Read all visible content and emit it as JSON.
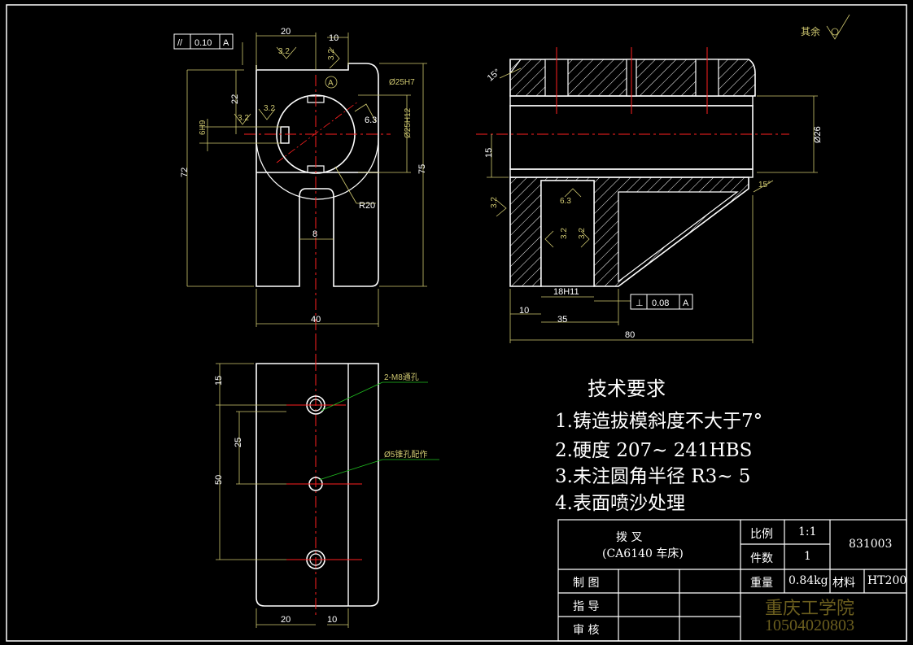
{
  "drawing": {
    "rest_roughness_label": "其余",
    "front_view": {
      "parallelism_tolerance": "0.10",
      "datum": "A",
      "datum_marker": "A",
      "dims": {
        "width_top": "20",
        "slot_width_top": "10",
        "bore": "Ø25H7",
        "bore_fit": "Ø25H12",
        "keyway_depth": "6.3",
        "height_22": "22",
        "slot_6h9": "6H9",
        "height_72": "72",
        "height_75": "75",
        "radius": "R20",
        "slot_8": "8",
        "width_40": "40"
      },
      "roughness": [
        "3.2",
        "3.2",
        "3.2",
        "3.2"
      ]
    },
    "side_view": {
      "chamfer_angle_top": "15°",
      "chamfer_angle_bottom": "15°",
      "dims": {
        "dia_26": "Ø26",
        "height_15": "15",
        "slot_18h11": "18H11",
        "dim_10": "10",
        "dim_35": "35",
        "dim_80": "80",
        "rough_63": "6.3"
      },
      "perpendicularity_tolerance": "0.08",
      "datum": "A",
      "roughness": [
        "3.2",
        "3.2",
        "3.2"
      ]
    },
    "top_view": {
      "dims": {
        "dim_15": "15",
        "dim_25": "25",
        "dim_50": "50",
        "bottom_20": "20",
        "bottom_10": "10"
      },
      "note_thru_holes": "2-M8通孔",
      "note_taper_pin": "Ø5锥孔配作"
    }
  },
  "tech_requirements": {
    "title": "技术要求",
    "items": [
      "1.铸造拔模斜度不大于7°",
      "2.硬度  207~ 241HBS",
      "3.未注圆角半径  R3~ 5",
      "4.表面喷沙处理"
    ]
  },
  "title_block": {
    "part_name": "拨        叉",
    "machine": "(CA6140  车床)",
    "scale_label": "比例",
    "scale_value": "1:1",
    "qty_label": "件数",
    "qty_value": "1",
    "drawing_no": "831003",
    "weight_label": "重量",
    "weight_value": "0.84kg",
    "material_label": "材料",
    "material_value": "HT200",
    "drawn_label": "制  图",
    "supervisor_label": "指  导",
    "checked_label": "审  核",
    "school": "重庆工学院",
    "student_no": "10504020803"
  },
  "colors": {
    "background": "#000000",
    "outline": "#ffffff",
    "centerline": "#ff2020",
    "dimension_yellow": "#cfc870",
    "hatch": "#ffffff",
    "green_leader": "#20c020",
    "school_text": "#6b5e1e"
  }
}
